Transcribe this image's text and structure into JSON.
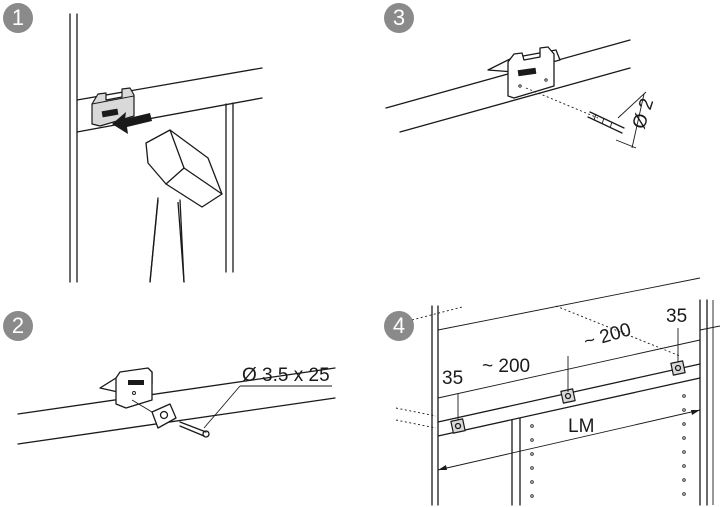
{
  "steps": [
    {
      "number": "1"
    },
    {
      "number": "2",
      "screw_label": "Ø 3.5 x 25"
    },
    {
      "number": "3",
      "drill_label": "Ø 2"
    },
    {
      "number": "4",
      "dims": {
        "edge_left": "35",
        "spacing_left": "~ 200",
        "spacing_right": "~ 200",
        "edge_right": "35",
        "length": "LM"
      }
    }
  ],
  "colors": {
    "line": "#1a1a1a",
    "badge": "#8a8a8a",
    "badge_text": "#ffffff",
    "part_fill": "#d9d9d9"
  }
}
